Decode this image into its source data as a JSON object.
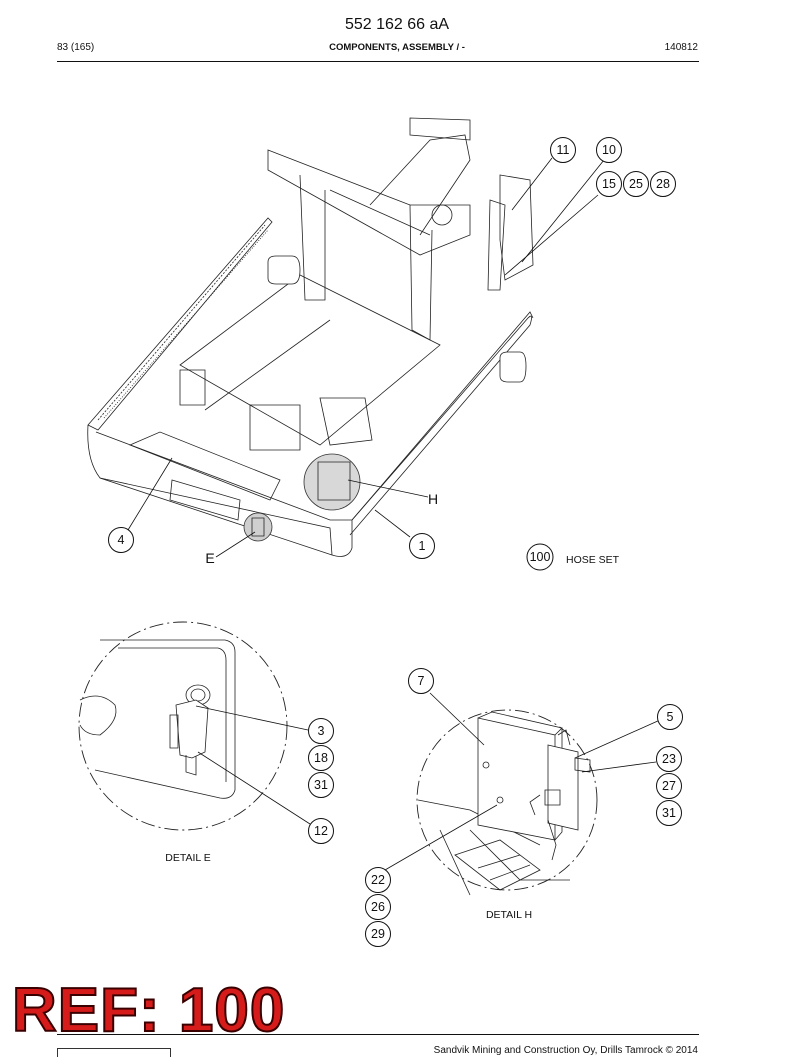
{
  "header": {
    "doc_number": "552 162 66 aA",
    "page": "83 (165)",
    "section_title": "COMPONENTS, ASSEMBLY / -",
    "date_code": "140812"
  },
  "callouts": {
    "b1": "1",
    "b4": "4",
    "b10": "10",
    "b11": "11",
    "b15": "15",
    "b25": "25",
    "b28": "28",
    "b100": "100",
    "b3": "3",
    "b18": "18",
    "b31a": "31",
    "b12": "12",
    "b7": "7",
    "b5": "5",
    "b23": "23",
    "b27": "27",
    "b31b": "31",
    "b22": "22",
    "b26": "26",
    "b29": "29"
  },
  "labels": {
    "detail_e_marker": "E",
    "detail_h_marker": "H",
    "hose_set": "HOSE SET",
    "detail_e": "DETAIL E",
    "detail_h": "DETAIL H"
  },
  "footer": {
    "copyright": "Sandvik Mining and Construction Oy, Drills Tamrock © 2014"
  },
  "stamp": {
    "text": "REF: 100"
  }
}
